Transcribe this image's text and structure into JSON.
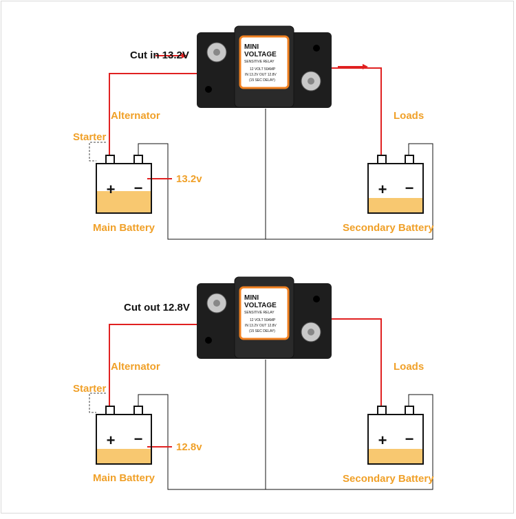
{
  "colors": {
    "accent_orange": "#f0a028",
    "wire_red": "#e02020",
    "battery_fill": "#f8c870",
    "relay_body": "#1e1e1e",
    "relay_label_border": "#f08020"
  },
  "panels": [
    {
      "header": "Cut in 13.2V",
      "relay": {
        "brand_line1": "MINI",
        "brand_line2": "VOLTAGE",
        "brand_line3": "SENSITIVE RELAY",
        "spec1": "12 VOLT 50AMP",
        "spec2": "IN 13.2V OUT 12.8V",
        "spec3": "(15 SEC DELAY)"
      },
      "alternator_label": "Alternator",
      "starter_label": "Starter",
      "loads_label": "Loads",
      "voltage_label": "13.2v",
      "main_battery": {
        "name": "Main Battery",
        "plus": "+",
        "minus": "−",
        "charge": 0.45
      },
      "secondary_battery": {
        "name": "Secondary Battery",
        "plus": "+",
        "minus": "−",
        "charge": 0.3
      },
      "arrows_shown": true
    },
    {
      "header": "Cut out 12.8V",
      "relay": {
        "brand_line1": "MINI",
        "brand_line2": "VOLTAGE",
        "brand_line3": "SENSITIVE RELAY",
        "spec1": "12 VOLT 50AMP",
        "spec2": "IN 13.2V OUT 12.8V",
        "spec3": "(15 SEC DELAY)"
      },
      "alternator_label": "Alternator",
      "starter_label": "Starter",
      "loads_label": "Loads",
      "voltage_label": "12.8v",
      "main_battery": {
        "name": "Main Battery",
        "plus": "+",
        "minus": "−",
        "charge": 0.3
      },
      "secondary_battery": {
        "name": "Secondary Battery",
        "plus": "+",
        "minus": "−",
        "charge": 0.3
      },
      "arrows_shown": false
    }
  ]
}
